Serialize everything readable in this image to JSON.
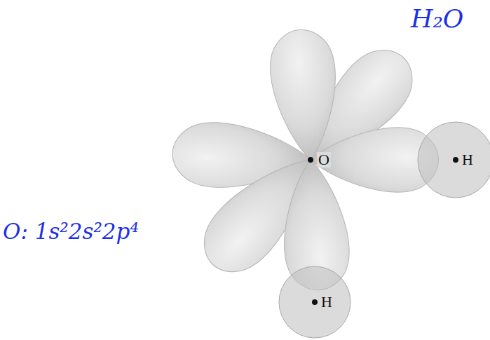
{
  "diagram": {
    "nodes": [
      {
        "text": [
          "H"
        ]
      },
      {
        "text": [
          "H"
        ]
      }
    ],
    "labels": [
      "H₂O",
      "O: 1s²2s²2p⁴",
      "O"
    ]
  }
}
